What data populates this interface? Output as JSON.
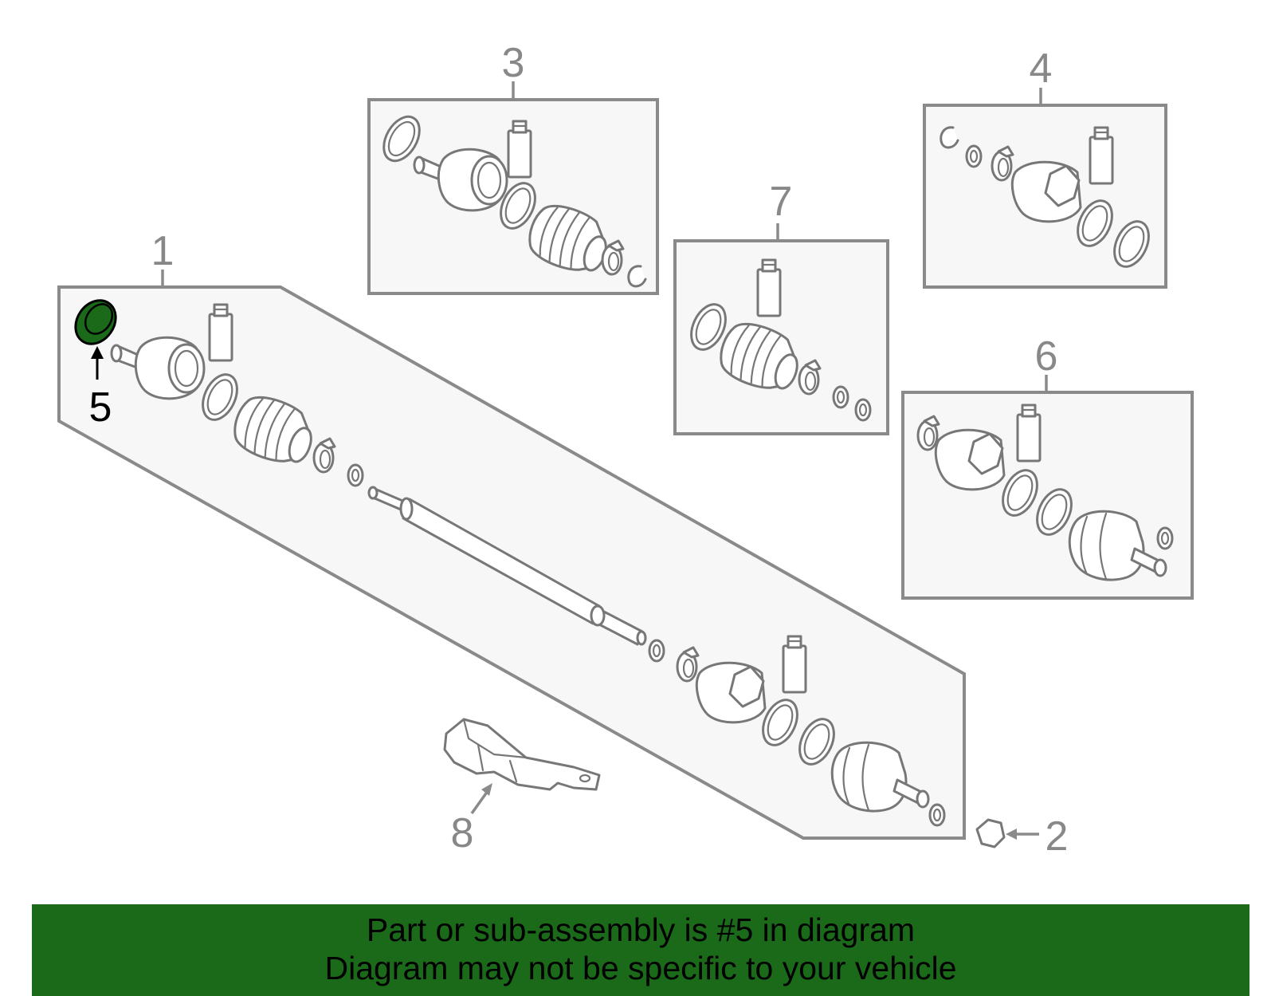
{
  "callouts": {
    "c1": "1",
    "c2": "2",
    "c3": "3",
    "c4": "4",
    "c5": "5",
    "c6": "6",
    "c7": "7",
    "c8": "8"
  },
  "highlight": {
    "part": "5",
    "color": "#1a6a1a"
  },
  "banner": {
    "line1": "Part or sub-assembly is #5 in diagram",
    "line2": "Diagram may not be specific to your vehicle",
    "background": "#1a6a1a"
  }
}
